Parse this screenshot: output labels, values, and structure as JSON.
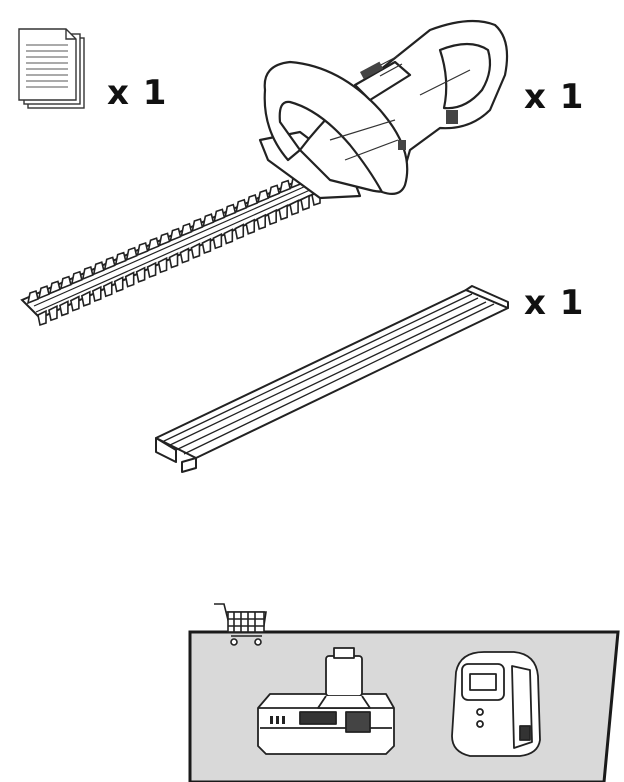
{
  "contents": {
    "manual": {
      "quantity_label": "x 1",
      "icon": "documents-icon"
    },
    "hedge_trimmer": {
      "quantity_label": "x 1",
      "icon": "hedge-trimmer-illustration"
    },
    "blade_cover": {
      "quantity_label": "x 1",
      "icon": "blade-cover-illustration"
    }
  },
  "accessories": {
    "icon": "shopping-cart-icon",
    "items": [
      {
        "icon": "battery-pack-icon"
      },
      {
        "icon": "battery-charger-icon"
      }
    ],
    "panel_color": "#d9d9d9"
  }
}
